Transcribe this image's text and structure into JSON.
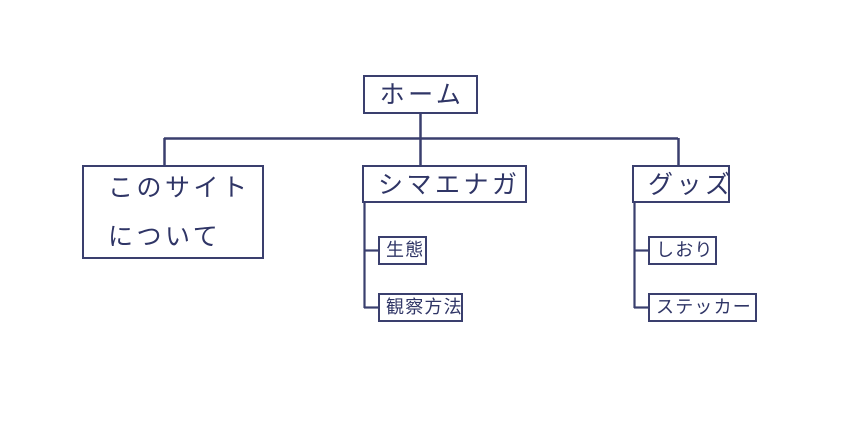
{
  "diagram": {
    "type": "site-map-tree",
    "stroke_color": "#3a3f6e",
    "text_color": "#2f3566",
    "background_color": "#ffffff",
    "root": {
      "id": "home",
      "label": "ホーム"
    },
    "level2": [
      {
        "id": "about",
        "label_line1": "このサイト",
        "label_line2": "について",
        "children": []
      },
      {
        "id": "shimaenaga",
        "label": "シマエナガ",
        "children": [
          {
            "id": "ecology",
            "label": "生態"
          },
          {
            "id": "observation",
            "label": "観察方法"
          }
        ]
      },
      {
        "id": "goods",
        "label": "グッズ",
        "children": [
          {
            "id": "bookmark",
            "label": "しおり"
          },
          {
            "id": "sticker",
            "label": "ステッカー"
          }
        ]
      }
    ]
  }
}
